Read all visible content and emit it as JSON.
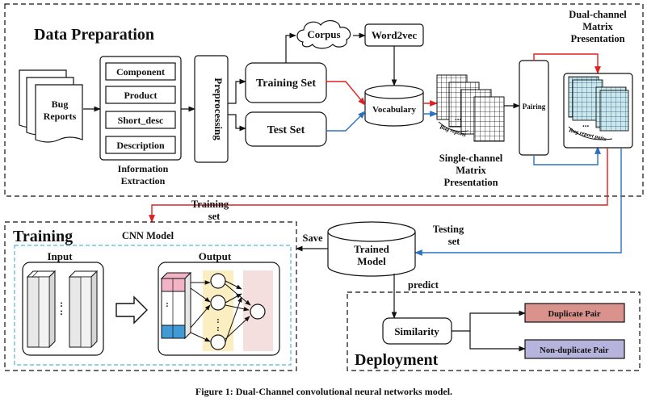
{
  "sections": {
    "data_preparation": "Data Preparation",
    "training": "Training",
    "deployment": "Deployment"
  },
  "data_preparation": {
    "bug_reports": [
      "Bug",
      "Reports"
    ],
    "fields": [
      "Component",
      "Product",
      "Short_desc",
      "Description"
    ],
    "information_extraction": [
      "Information",
      "Extraction"
    ],
    "preprocessing": "Preprocessing",
    "training_set": "Training Set",
    "test_set": "Test Set",
    "corpus": "Corpus",
    "word2vec": "Word2vec",
    "vocabulary": "Vocabulary",
    "bug_reports_tag": "Bug reports",
    "single_channel": [
      "Single-channel",
      "Matrix",
      "Presentation"
    ],
    "pairing": "Pairing",
    "dual_channel": [
      "Dual-channel",
      "Matrix",
      "Presentation"
    ],
    "pairs_tag": "Bug report pairs",
    "dots": "..."
  },
  "training": {
    "cnn_model": "CNN Model",
    "input": "Input",
    "output": "Output",
    "dots": ":"
  },
  "flow": {
    "training_set": [
      "Training",
      "set"
    ],
    "save": "Save",
    "trained_model": [
      "Trained",
      "Model"
    ],
    "testing_set": [
      "Testing",
      "set"
    ],
    "predict": "predict"
  },
  "deployment": {
    "similarity": "Similarity",
    "duplicate": "Duplicate Pair",
    "non_duplicate": "Non-duplicate Pair"
  },
  "caption": "Figure 1: Dual-Channel convolutional neural networks model.",
  "colors": {
    "red_arrow": "#e02020",
    "blue_arrow": "#2a72c0",
    "dashed_cyan": "#4fb6d8",
    "duplicate_fill": "#d9928c",
    "non_duplicate_fill": "#b6b3dd",
    "pink_band": "#f4dede",
    "yellow_band": "#fbeec0",
    "matrix_pink": "#f2b3c6",
    "matrix_blue": "#3f9ad6",
    "dual_matrix_fill": "#c9e8ec"
  }
}
